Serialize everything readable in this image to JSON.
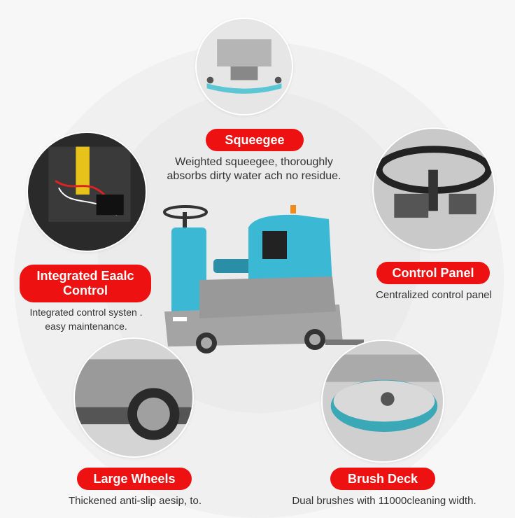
{
  "features": {
    "squeegee": {
      "title": "Squeegee",
      "desc": [
        "Weighted squeegee, thoroughly",
        "absorbs dirty water ach no residue."
      ]
    },
    "electrical": {
      "title": [
        "Integrated Eaalc",
        "Control"
      ],
      "desc": [
        "Integrated control systen .",
        "easy maintenance."
      ]
    },
    "control_panel": {
      "title": "Control Panel",
      "desc": "Centralized control panel"
    },
    "wheels": {
      "title": "Large Wheels",
      "desc": "Thickened anti-slip aesip, to."
    },
    "brush_deck": {
      "title": "Brush Deck",
      "desc": "Dual brushes with 11000cleaning width."
    }
  },
  "colors": {
    "accent": "#ee1111",
    "machine_body": "#3bb8d4",
    "machine_base": "#9a9a9a"
  }
}
